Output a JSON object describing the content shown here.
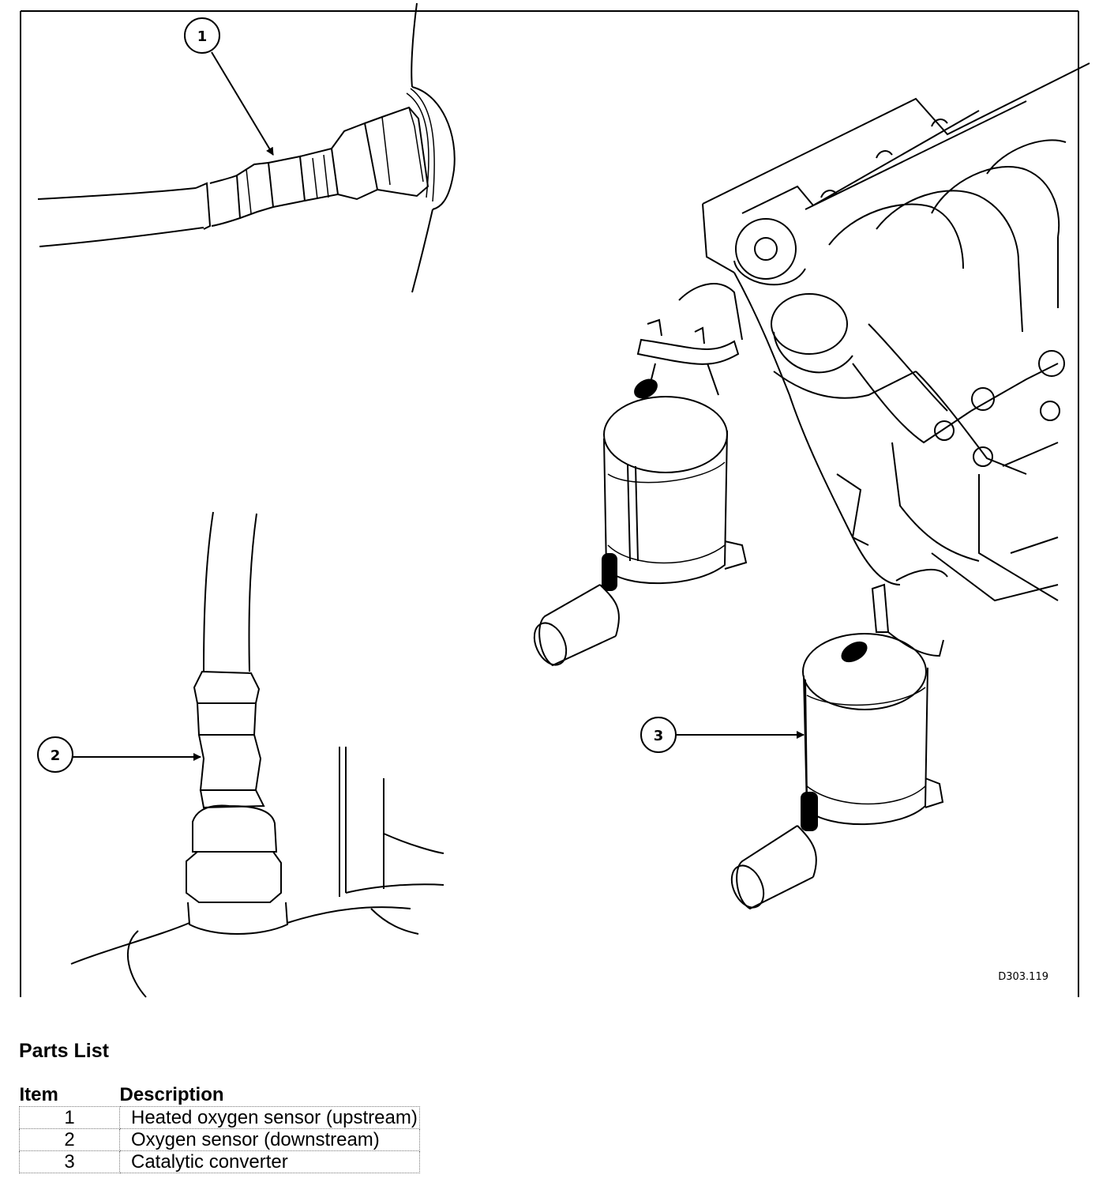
{
  "figure": {
    "code": "D303.119",
    "callouts": [
      "1",
      "2",
      "3"
    ]
  },
  "parts_list": {
    "title": "Parts List",
    "headers": {
      "item": "Item",
      "description": "Description"
    },
    "rows": [
      {
        "item": "1",
        "description": "Heated oxygen sensor (upstream)"
      },
      {
        "item": "2",
        "description": "Oxygen sensor (downstream)"
      },
      {
        "item": "3",
        "description": "Catalytic converter"
      }
    ]
  }
}
